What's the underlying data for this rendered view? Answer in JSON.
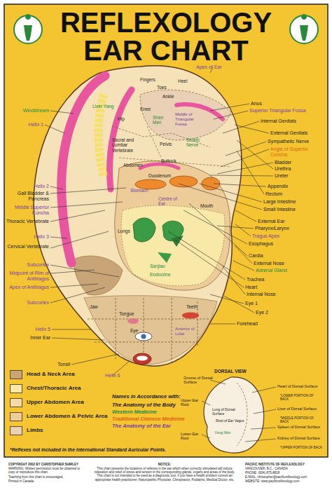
{
  "diagram": {
    "title": "REFLEXOLOGY EAR CHART",
    "labels": [
      "Apex of Ear",
      "Anus",
      "Superior Triangular Fossa",
      "Internal Genitals",
      "External Genitals",
      "Sympathetic Nerve",
      "Angle of Superior Concha",
      "Bladder",
      "Urethra",
      "Ureter",
      "Appendix",
      "Rectum",
      "Large Intestine",
      "Small Intestine",
      "External Ear",
      "Pharynx/Larynx",
      "Tragus Apex",
      "Esophagus",
      "Cardia",
      "External Nose",
      "Adrenal Gland",
      "Trachea",
      "Heart",
      "Internal Nose",
      "Eye 1",
      "Eye 2",
      "Forehead",
      "Windstream",
      "Helix 1",
      "Liver Yang",
      "Helix 2",
      "Gall Bladder & Pancreas",
      "Middle Superior Concha",
      "Thoracic Vertebrate",
      "Helix 3",
      "Cervical Vertebrate",
      "Subcortex",
      "Midpoint of Rim of Antitragus",
      "Apex of Antitragus",
      "Subcortex",
      "Helix 5",
      "Inner Ear",
      "Tonsil",
      "Helix 6",
      "Fingers",
      "Toes",
      "Heel",
      "Ankle",
      "Knee",
      "Hip",
      "Shen Men",
      "Middle of Triangular Fossa",
      "Sacral and Lumbar Vertebrate",
      "Pelvis",
      "Sciatic Nerve",
      "Buttock",
      "Abdomen",
      "Duodenum",
      "Stomach",
      "Centre of Ear",
      "Mouth",
      "Lungs",
      "Sanjiao",
      "Endocrine",
      "Jaw",
      "Tongue",
      "Teeth",
      "Eye",
      "Anterior of Lobe",
      "DORSAL VIEW",
      "Groove of Dorsal Surface",
      "Heart of Dorsal Surface",
      "*LOWER PORTION OF BACK",
      "Upper Ear Root",
      "Lung of Dorsal Surface",
      "Liver of Dorsal Surface",
      "*MIDDLE PORTION OF BACK",
      "Root of Ear Vagus",
      "Spleen of Dorsal Surface",
      "Yong Wei",
      "Lower Ear Root",
      "Kidney of Dorsal Surface",
      "*UPPER PORTION OF BACK",
      "Names in Accordance with:",
      "The Anatomy of the Body",
      "Western Medicine",
      "Traditional Chinese Medicine",
      "The Anatomy of the Ear",
      "*Reflexes not included in the International Standard Auricular Points.",
      "COPYRIGHT 2002 BY CHRISTOPHER SHIRLEY",
      "WARNING: Written permission must be obtained to copy or reproduce this chart.",
      "Teaching from this chart is encouraged.",
      "Printed in Canada.",
      "NOTICE:",
      "This chart presents the locations of reflexes in the ear which when correctly stimulated will induce relaxation and relief of stress and tension in the corresponding glands, organs and areas of the body. This chart is not intended to be used as a diagnostic tool. If you have a health problem consult an appropriate health practitioner: Naturopathic Physician, Chiropractor, Podiatrist, Medical Doctor, etc.",
      "PACIFIC INSTITUTE OF REFLEXOLOGY",
      "VANCOUVER, B.C., CANADA",
      "PHONE: (604) 875-8818",
      "E-MAIL: christopher@pacificreflexology.com",
      "WEBSITE: www.pacificreflexology.com"
    ],
    "legend": [
      {
        "text": "Head & Neck Area",
        "color": "#c9a476"
      },
      {
        "text": "Chest/Thoracic Area",
        "color": "#f8e9a8"
      },
      {
        "text": "Upper Abdomen Area",
        "color": "#f3dcaa"
      },
      {
        "text": "Lower Abdomen & Pelvic Area",
        "color": "#edcc98"
      },
      {
        "text": "Limbs",
        "color": "#ead0b4"
      }
    ]
  }
}
